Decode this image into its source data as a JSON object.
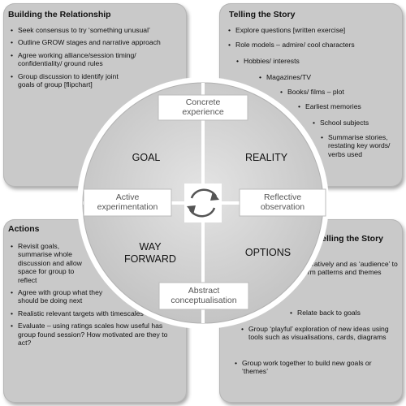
{
  "panels": {
    "building": {
      "title": "Building the Relationship",
      "items": [
        "Seek consensus to try ‘something  unusual’",
        "Outline GROW stages and narrative approach",
        "Agree working alliance/session timing/ confidentiality/ ground rules",
        "Group discussion to identify joint goals of group [flipchart]"
      ]
    },
    "telling": {
      "title": "Telling the Story",
      "items": [
        "Explore questions [written exercise]",
        "Role models –  admire/ cool characters",
        "Hobbies/ interests",
        "Magazines/TV",
        "Books/ films – plot",
        "Earliest memories",
        "School subjects",
        "Summarise stories, restating key words/ verbs used"
      ]
    },
    "actions": {
      "title": "Actions",
      "items": [
        "Revisit goals, summarise whole discussion and allow space for group to reflect",
        "Agree with group what they should be doing next",
        "Realistic relevant targets with timescales",
        "Evaluate – using ratings scales how useful has group found session?  How motivated are they to act?"
      ]
    },
    "retelling": {
      "title": "Retelling the Story",
      "items": [
        "Group work collaboratively and as ‘audience’ to help each other form patterns and themes between stories",
        "Relate back to goals",
        "Group ‘playful’ exploration of new ideas using tools such as visualisations, cards, diagrams",
        "Group work together to build new goals or ‘themes’"
      ]
    }
  },
  "circle": {
    "quadrants": {
      "goal": "GOAL",
      "reality": "REALITY",
      "way_forward": [
        "WAY",
        "FORWARD"
      ],
      "options": "OPTIONS"
    },
    "stages": {
      "concrete": [
        "Concrete",
        "experience"
      ],
      "reflective": [
        "Reflective",
        "observation"
      ],
      "abstract": [
        "Abstract",
        "conceptualisation"
      ],
      "active": [
        "Active",
        "experimentation"
      ]
    },
    "center_icon": "cycle-arrows-icon"
  },
  "colors": {
    "panel": "#c9c9c9",
    "circle": "#d3d3d3",
    "divider": "#ffffff",
    "stage_text": "#555555"
  }
}
